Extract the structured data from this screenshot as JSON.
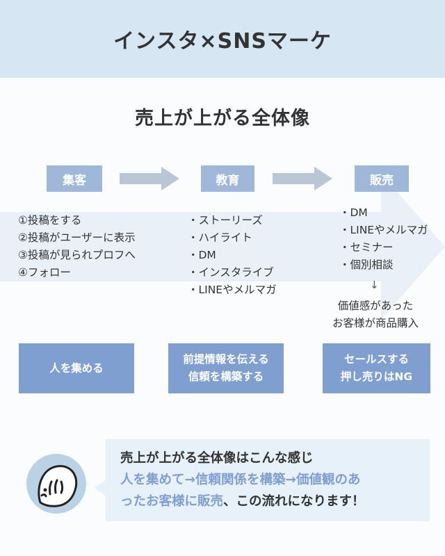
{
  "header": {
    "title": "インスタ×SNSマーケ"
  },
  "subtitle": "売上が上がる全体像",
  "stages": [
    {
      "label": "集客"
    },
    {
      "label": "教育"
    },
    {
      "label": "販売"
    }
  ],
  "acquisition_steps": [
    "①投稿をする",
    "②投稿がユーザーに表示",
    "③投稿が見られプロフへ",
    "④フォロー"
  ],
  "education_items": [
    "・ストーリーズ",
    "・ハイライト",
    "・DM",
    "・インスタライブ",
    "・LINEやメルマガ"
  ],
  "sales_items": [
    "・DM",
    "・LINEやメルマガ",
    "・セミナー",
    "・個別相談"
  ],
  "sales_arrow": "↓",
  "sales_result": [
    "価値感があった",
    "お客様が商品購入"
  ],
  "goals": [
    {
      "lines": [
        "人を集める"
      ]
    },
    {
      "lines": [
        "前提情報を伝える",
        "信頼を構築する"
      ]
    },
    {
      "lines": [
        "セールスする",
        "押し売りはNG"
      ]
    }
  ],
  "summary": {
    "line1": "売上が上がる全体像はこんな感じ",
    "highlight1": "人を集めて→信頼関係を構築→価値観のあ",
    "highlight2": "ったお客様に販売",
    "tail": "、この流れになります！"
  },
  "colors": {
    "header_bg": "#d6e6f2",
    "stage_label": "#9fb7d9",
    "goal_box": "#7f9fd0",
    "highlight_text": "#7f9fd0",
    "flow_band": "#eaf0f8"
  }
}
